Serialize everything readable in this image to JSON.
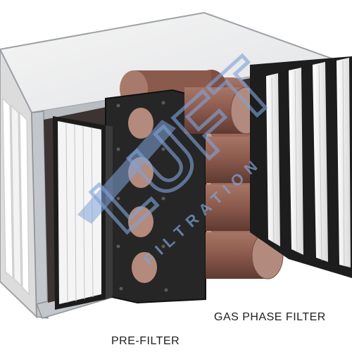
{
  "labels": {
    "gas_phase_filter": "GAS PHASE FILTER",
    "pre_filter": "PRE-FILTER"
  },
  "watermark": {
    "logo_text": "LUFT",
    "sub_text": "FILTRATION",
    "color": "#7fa3d8"
  },
  "colors": {
    "housing": "#c9ccd0",
    "housing_top": "#efefef",
    "frame_dark": "#2a2a2a",
    "canister": "#8c5a4c",
    "canister_end": "#b48a7c",
    "pleat_light": "#fafafa"
  }
}
